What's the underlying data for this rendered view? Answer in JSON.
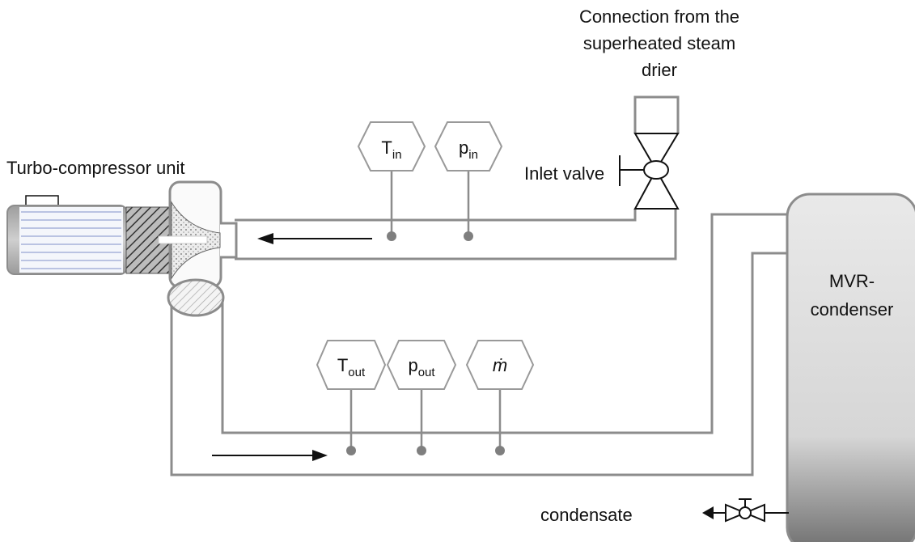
{
  "labels": {
    "turbo_compressor": "Turbo-compressor unit",
    "connection_line1": "Connection from the",
    "connection_line2": "superheated steam",
    "connection_line3": "drier",
    "inlet_valve": "Inlet valve",
    "condenser_line1": "MVR-",
    "condenser_line2": "condenser",
    "condensate": "condensate"
  },
  "sensors": {
    "t_in": {
      "main": "T",
      "sub": "in"
    },
    "p_in": {
      "main": "p",
      "sub": "in"
    },
    "t_out": {
      "main": "T",
      "sub": "out"
    },
    "p_out": {
      "main": "p",
      "sub": "out"
    },
    "mass_flow": {
      "main": "ṁ"
    }
  },
  "colors": {
    "pipe": "#8c8c8c",
    "motor_body": "#a8a8a8",
    "condenser_top": "#e6e6e6",
    "condenser_bottom": "#7a7a7a",
    "sensor_dot": "#7f7f7f"
  },
  "icons": [
    "electric-motor-icon",
    "coupling-icon",
    "compressor-impeller-icon",
    "gate-valve-icon",
    "condensate-valve-icon",
    "flow-arrow-icon"
  ]
}
